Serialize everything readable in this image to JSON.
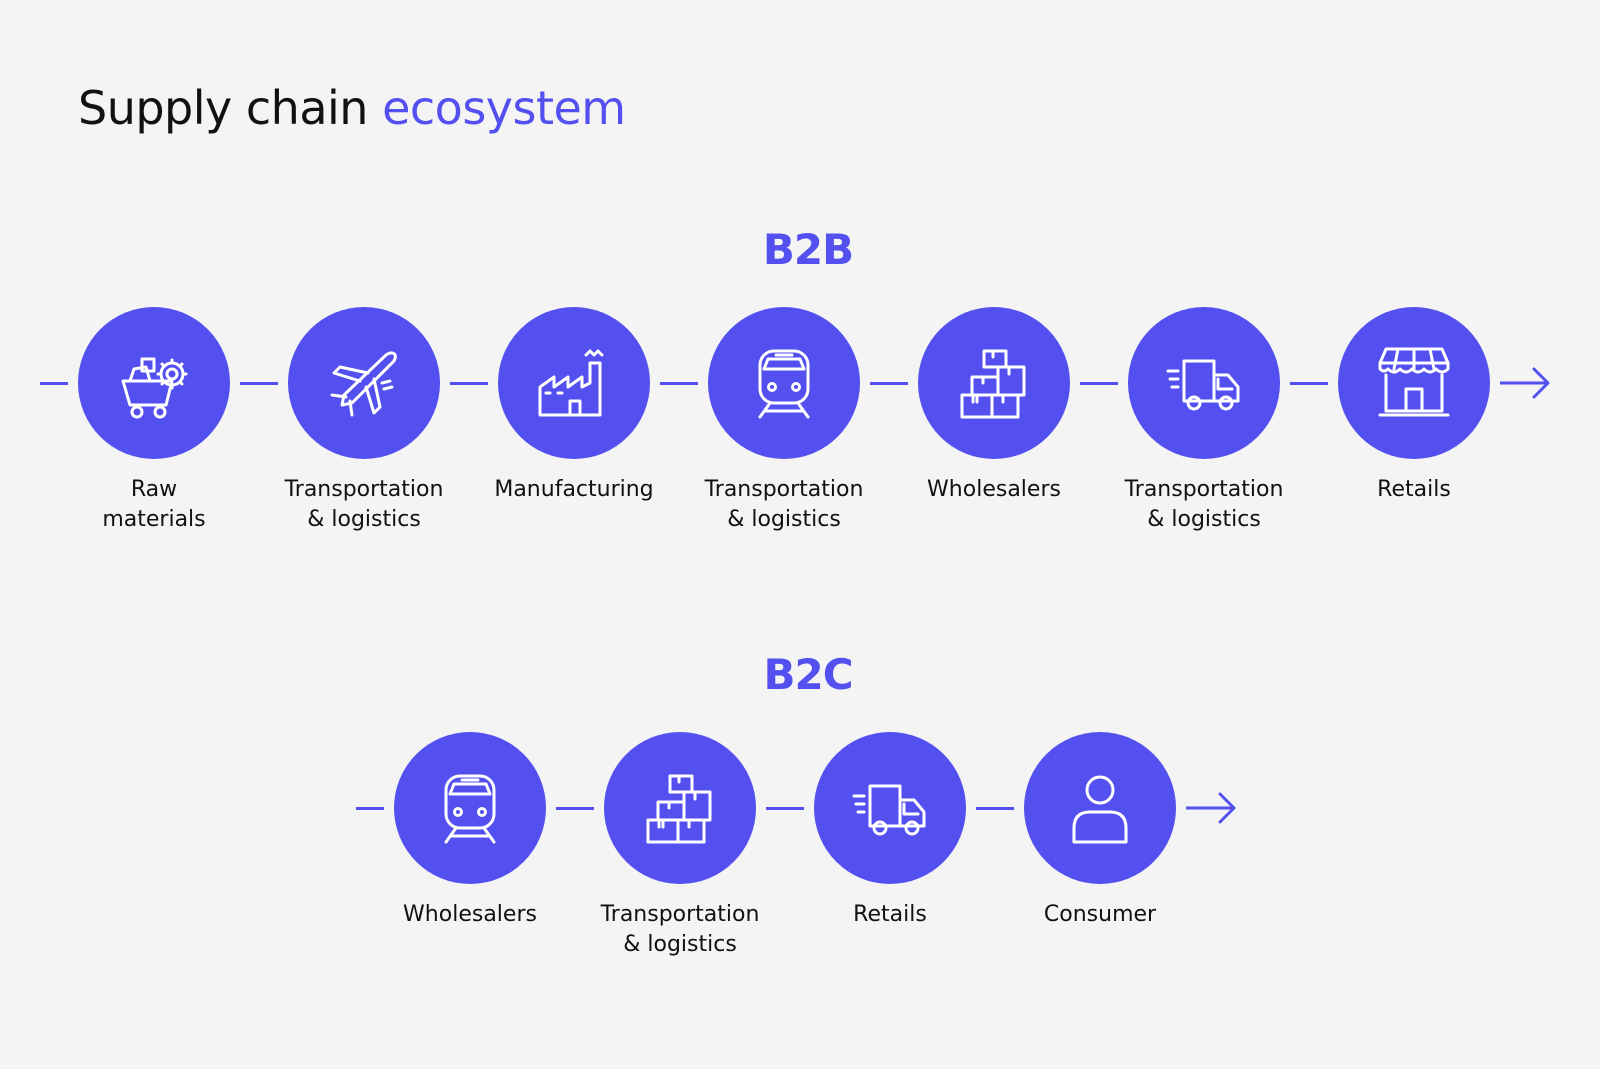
{
  "title": {
    "prefix": "Supply chain ",
    "highlight": "ecosystem"
  },
  "colors": {
    "accent": "#5450f0",
    "background": "#f4f4f4",
    "text": "#111111",
    "icon": "#ffffff"
  },
  "sections": [
    {
      "label": "B2B",
      "steps": [
        {
          "label": "Raw\nmaterials",
          "icon": "mining-cart-icon"
        },
        {
          "label": "Transportation\n& logistics",
          "icon": "airplane-icon"
        },
        {
          "label": "Manufacturing",
          "icon": "factory-icon"
        },
        {
          "label": "Transportation\n& logistics",
          "icon": "train-icon"
        },
        {
          "label": "Wholesalers",
          "icon": "boxes-icon"
        },
        {
          "label": "Transportation\n& logistics",
          "icon": "truck-icon"
        },
        {
          "label": "Retails",
          "icon": "storefront-icon"
        }
      ]
    },
    {
      "label": "B2C",
      "steps": [
        {
          "label": "Wholesalers",
          "icon": "train-icon"
        },
        {
          "label": "Transportation\n& logistics",
          "icon": "boxes-icon"
        },
        {
          "label": "Retails",
          "icon": "truck-icon"
        },
        {
          "label": "Consumer",
          "icon": "person-icon"
        }
      ]
    }
  ]
}
